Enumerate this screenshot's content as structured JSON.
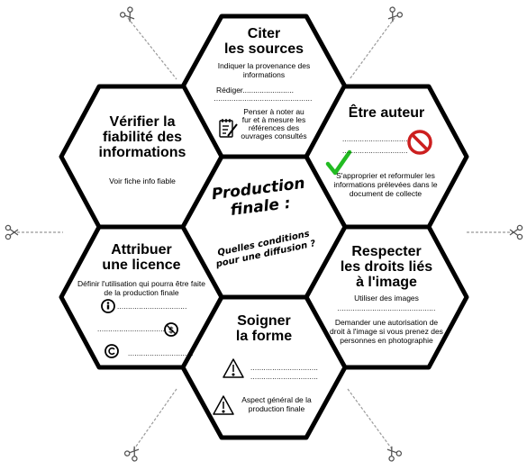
{
  "center": {
    "title_line1": "Production",
    "title_line2": "finale :",
    "subtitle_line1": "Quelles conditions",
    "subtitle_line2": "pour une diffusion ?"
  },
  "citer": {
    "title_line1": "Citer",
    "title_line2": "les sources",
    "text1": "Indiquer la provenance des informations",
    "rediger": "Rédiger........................",
    "dots": ".............................................",
    "note": "Penser à noter au fur et à mesure les références des ouvrages consultés",
    "icon": "notepad-pencil-icon"
  },
  "etre": {
    "title": "Être auteur",
    "dots1": "..............................",
    "dots2": "..............................",
    "text": "S'approprier et reformuler les informations prélevées dans le document de collecte",
    "icon_check": "checkmark-icon",
    "icon_forbidden": "prohibited-icon",
    "check_color": "#22bb22",
    "forbidden_color": "#cc1f1f"
  },
  "verifier": {
    "title_line1": "Vérifier la",
    "title_line2": "fiabilité des",
    "title_line3": "informations",
    "text": "Voir fiche info fiable"
  },
  "attribuer": {
    "title_line1": "Attribuer",
    "title_line2": "une licence",
    "text": "Définir l'utilisation qui pourra être faite de la production finale",
    "dots1": "................................",
    "dots2": "...............................",
    "dots3": "..............................",
    "icon_by": "cc-by-icon",
    "icon_nc": "cc-nc-icon",
    "icon_sa": "cc-sa-icon"
  },
  "respecter": {
    "title_line1": "Respecter",
    "title_line2": "les droits liés",
    "title_line3": "à l'image",
    "text1": "Utiliser des images",
    "dots": ".............................................",
    "text2": "Demander une autorisation de droit à l'image si vous prenez des personnes en photographie"
  },
  "soigner": {
    "title_line1": "Soigner",
    "title_line2": "la forme",
    "dots1": "...............................",
    "dots2": "...............................",
    "text": "Aspect général de la production finale",
    "icon": "warning-icon"
  },
  "decor": {
    "scissors_icon": "scissors-icon",
    "line_color": "#999999"
  }
}
